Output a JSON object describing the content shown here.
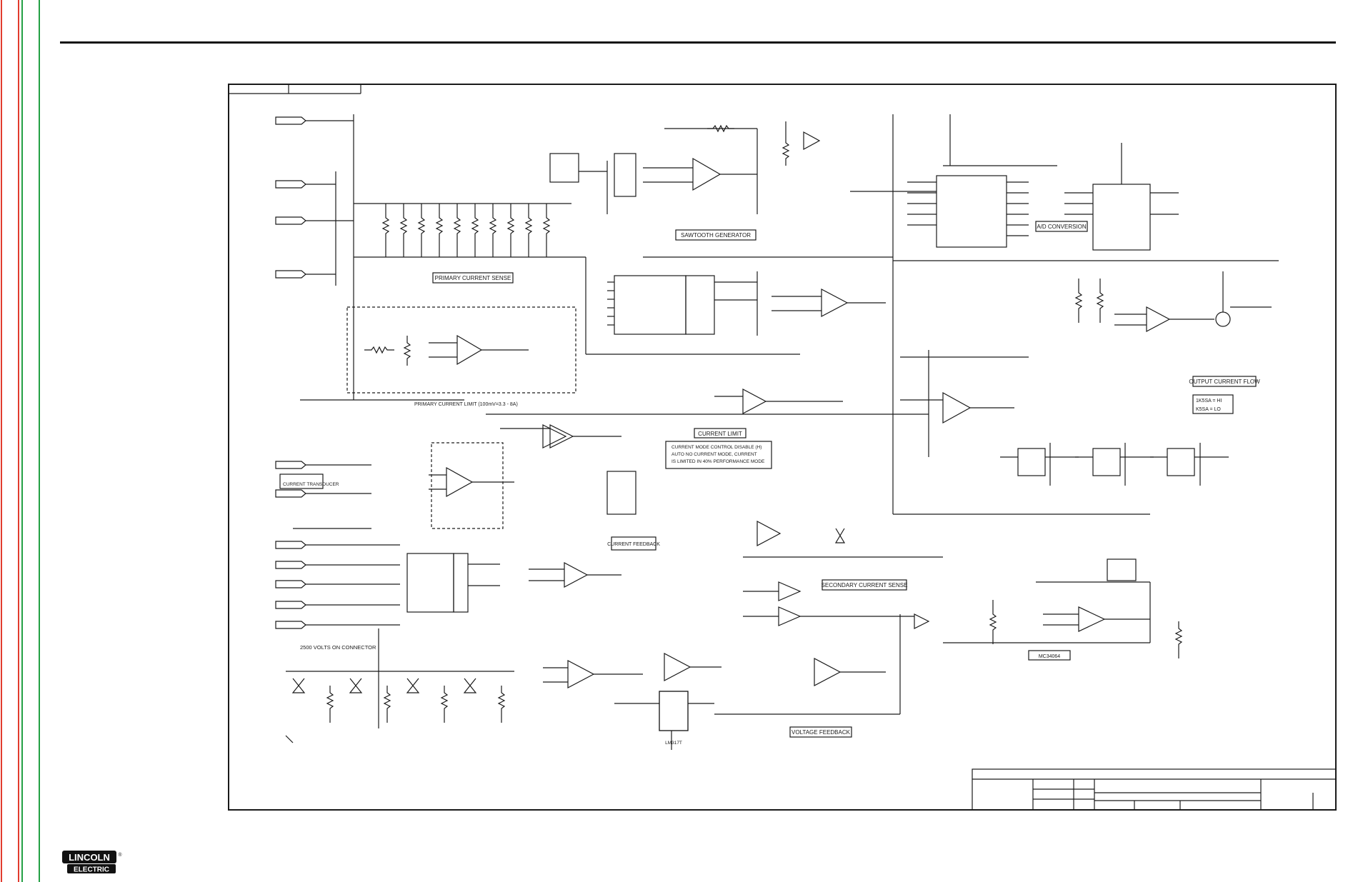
{
  "colors": {
    "nav_red": "#e23b2e",
    "nav_green": "#23a045",
    "ink": "#1a1a1a"
  },
  "logo": {
    "line1": "LINCOLN",
    "line2": "ELECTRIC",
    "mark": "®"
  },
  "labels": {
    "primary_current_sense": "PRIMARY CURRENT SENSE",
    "primary_current_limit": "PRIMARY CURRENT LIMIT (100mV=3.3 - 8A)",
    "sawtooth_generator": "SAWTOOTH GENERATOR",
    "a_d_conversion": "A/D CONVERSION",
    "current_limit": "CURRENT LIMIT",
    "current_mode_note_1": "CURRENT MODE CONTROL DISABLE (H)",
    "current_mode_note_2": "AUTO NO CURRENT MODE, CURRENT",
    "current_mode_note_3": "IS LIMITED IN 40% PERFORMANCE MODE",
    "current_feedback": "CURRENT FEEDBACK",
    "secondary_current_sense": "SECONDARY CURRENT SENSE",
    "voltage_feedback": "VOLTAGE FEEDBACK",
    "output_current_flow": "OUTPUT CURRENT FLOW",
    "range_hi": "1K5SA = HI",
    "range_lo": "K5SA = LO",
    "current_transducer": "CURRENT TRANSDUCER",
    "volts_connector": "2500 VOLTS ON CONNECTOR",
    "lm_regulator": "LM317T",
    "mc34064": "MC34064"
  }
}
